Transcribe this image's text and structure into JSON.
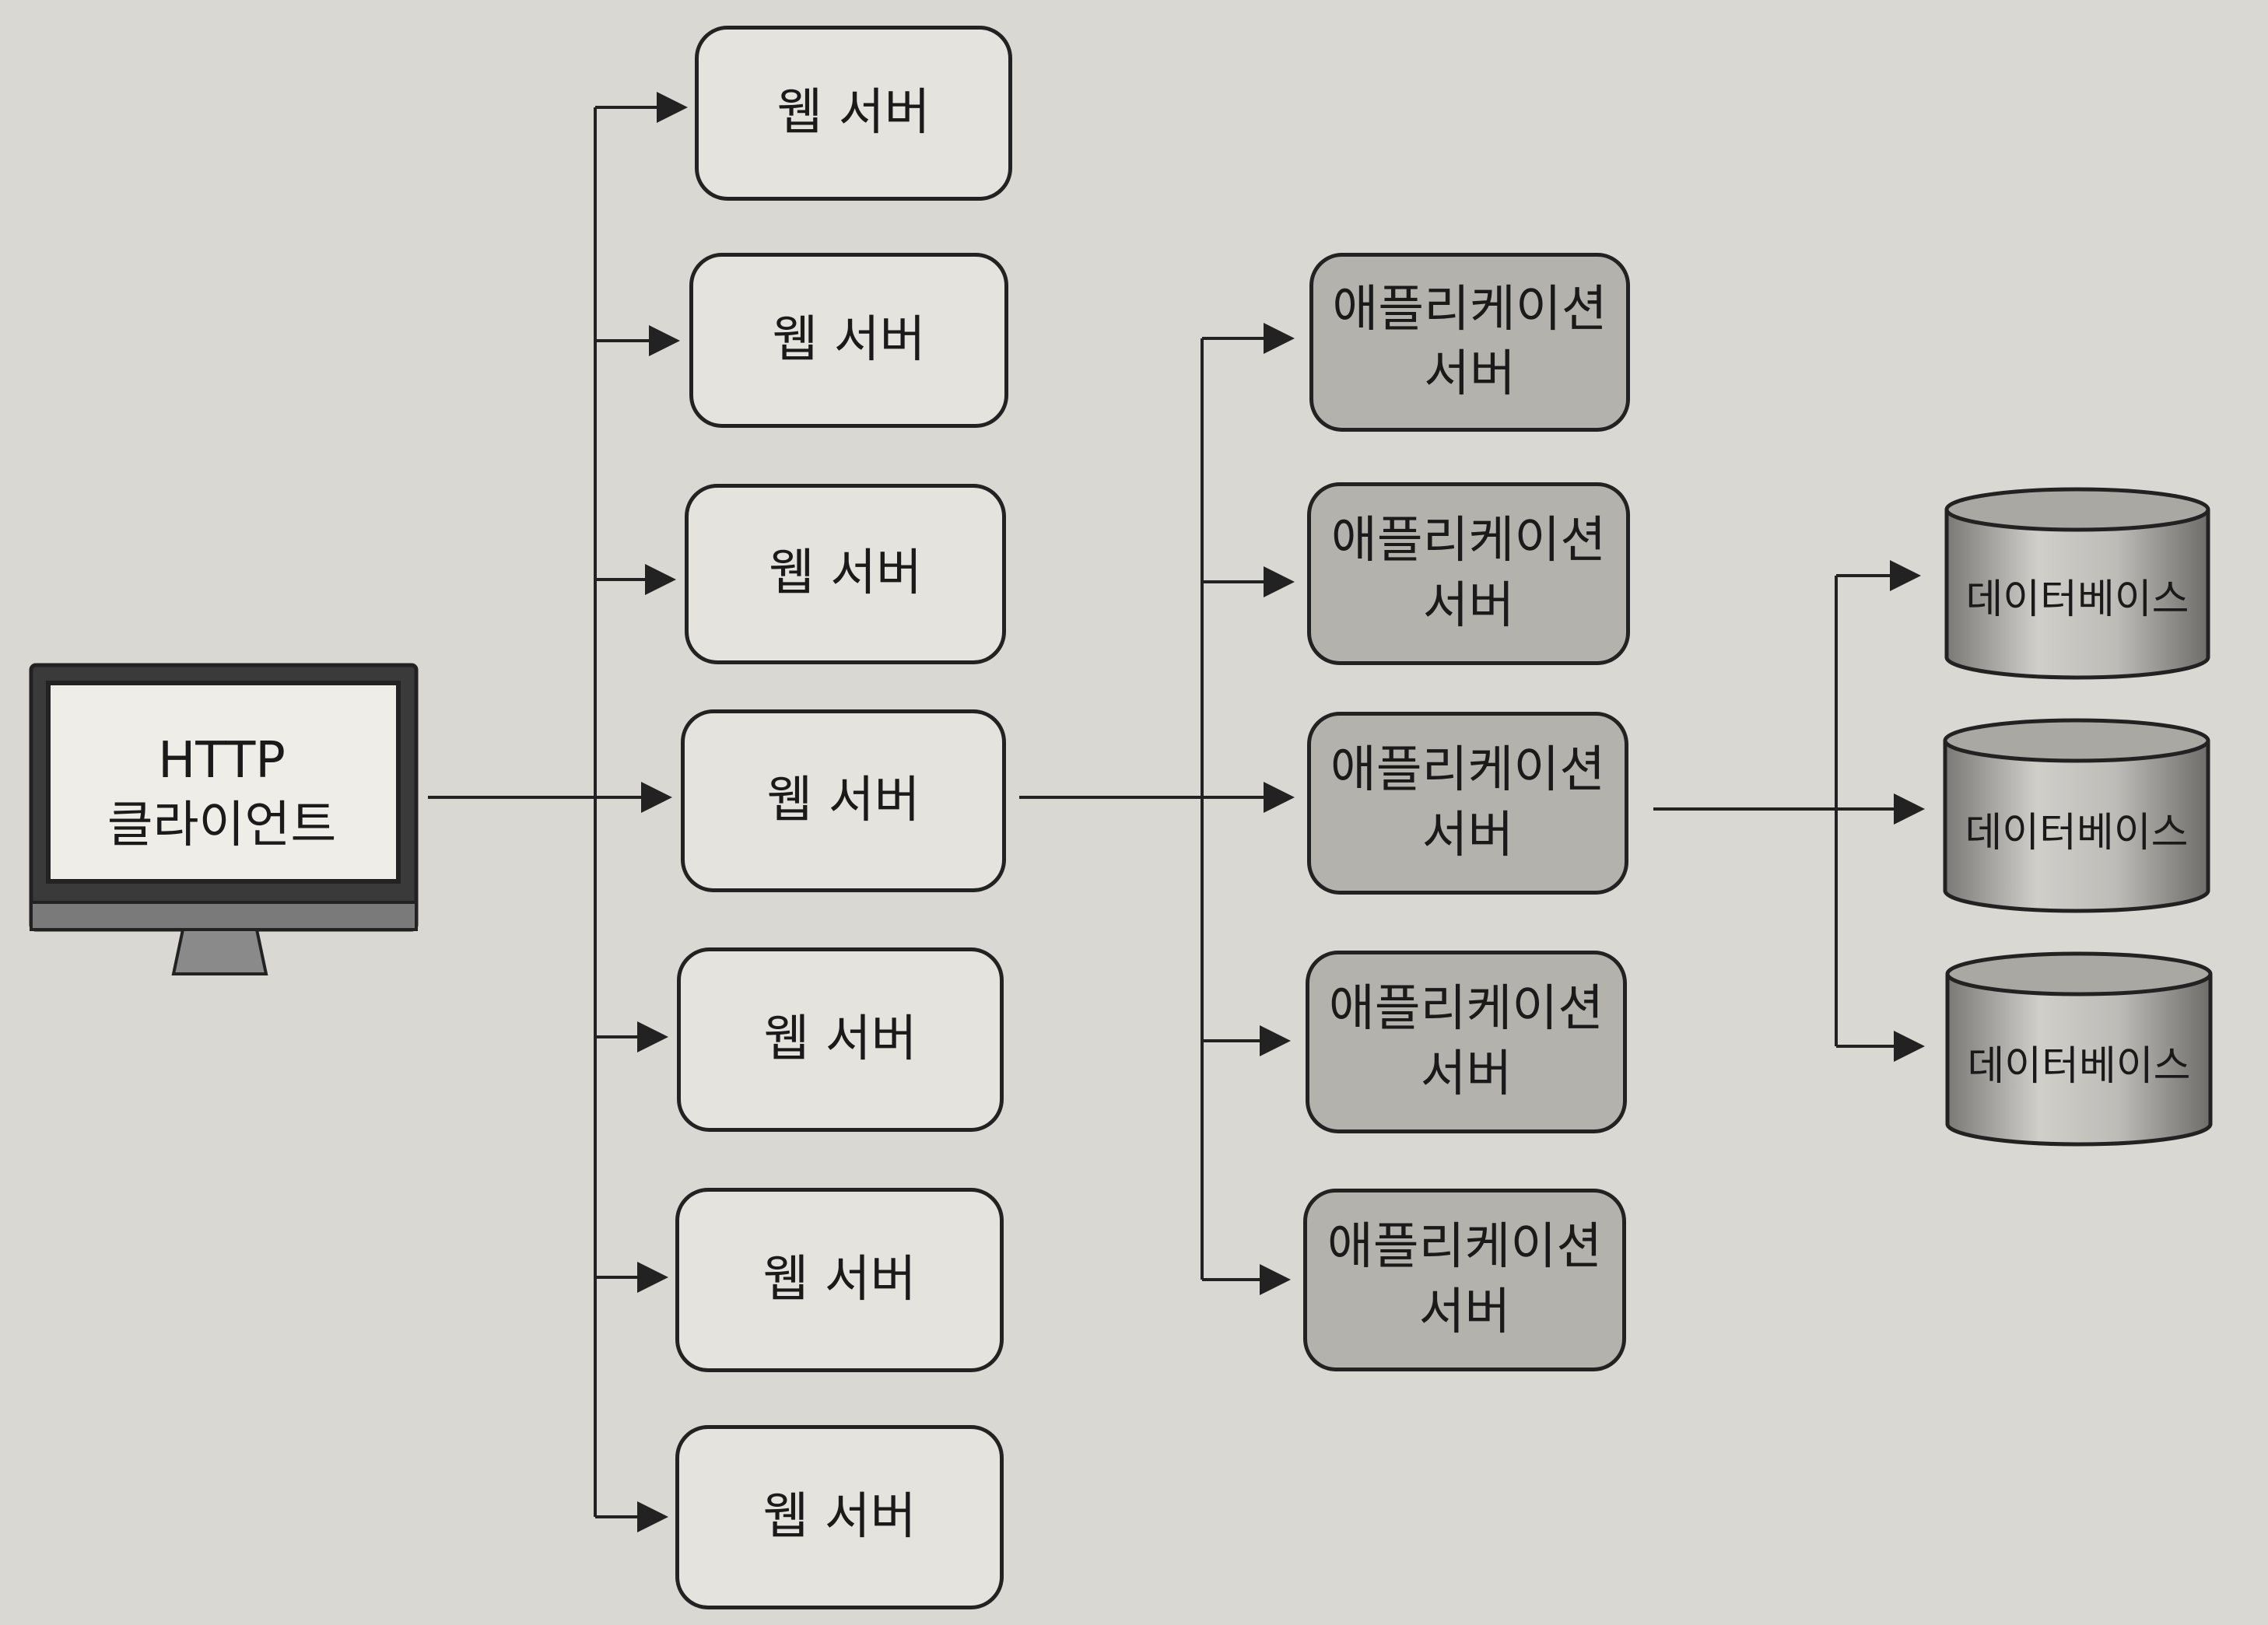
{
  "client": {
    "label": "HTTP\n클라이언트"
  },
  "web_servers": [
    {
      "label": "웹 서버"
    },
    {
      "label": "웹 서버"
    },
    {
      "label": "웹 서버"
    },
    {
      "label": "웹 서버"
    },
    {
      "label": "웹 서버"
    },
    {
      "label": "웹 서버"
    },
    {
      "label": "웹 서버"
    }
  ],
  "app_servers": [
    {
      "label": "애플리케이션\n서버"
    },
    {
      "label": "애플리케이션\n서버"
    },
    {
      "label": "애플리케이션\n서버"
    },
    {
      "label": "애플리케이션\n서버"
    },
    {
      "label": "애플리케이션\n서버"
    }
  ],
  "databases": [
    {
      "label": "데이터베이스"
    },
    {
      "label": "데이터베이스"
    },
    {
      "label": "데이터베이스"
    }
  ],
  "colors": {
    "background": "#d9d8d3",
    "web_box": "#e4e3de",
    "app_box": "#b3b2ad",
    "line": "#222222"
  }
}
